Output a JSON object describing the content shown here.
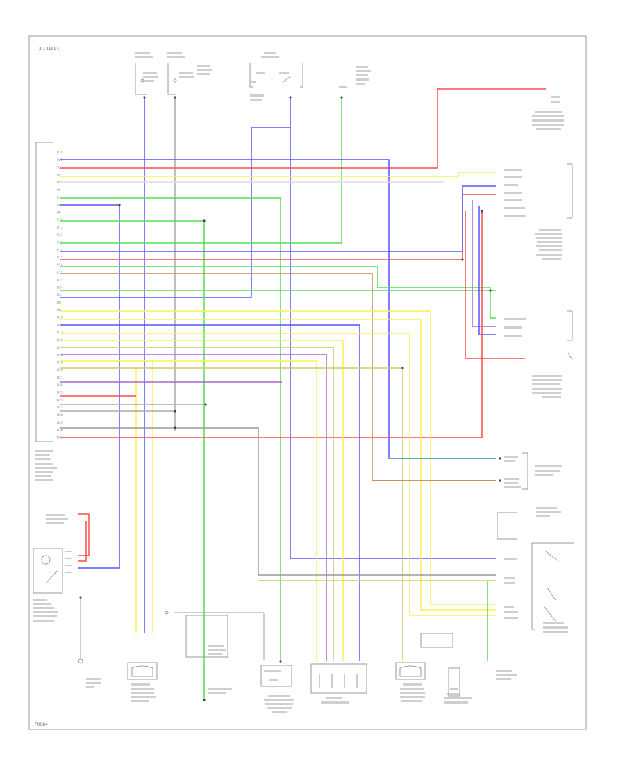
{
  "header": {
    "label": "2.1 (1994)"
  },
  "footer": {
    "code": "P0084"
  },
  "pin_labels": [
    "P20",
    "P28",
    "P3",
    "P4",
    "P5",
    "P6",
    "P7",
    "P8",
    "P9",
    "P10",
    "P11",
    "P12",
    "P13",
    "P14",
    "P15",
    "P16",
    "P17",
    "B22",
    "B24",
    "B3",
    "B6",
    "B8",
    "B10",
    "B12",
    "B13",
    "B15",
    "B17",
    "B18",
    "B19",
    "B20",
    "B21",
    "B22",
    "B23",
    "B25",
    "B27",
    "B28",
    "B29",
    "B30",
    "B31"
  ],
  "colors": {
    "yellow_blue": "#5555ff",
    "red": "#ff4b4b",
    "green": "#55dd55",
    "yellow": "#ffee55",
    "gray": "#aaaaaa",
    "brown": "#c08850",
    "teal": "#40aaaa",
    "olive": "#cccc66",
    "violet": "#aa66cc",
    "frame": "#999999"
  }
}
